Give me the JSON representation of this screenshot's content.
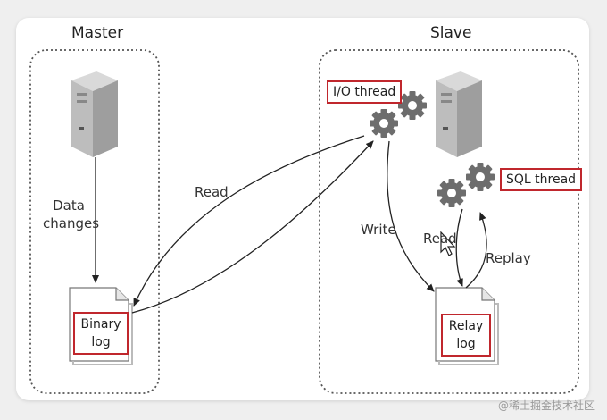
{
  "master": {
    "title": "Master",
    "data_changes": [
      "Data",
      "changes"
    ],
    "binary_log": [
      "Binary",
      "log"
    ]
  },
  "slave": {
    "title": "Slave",
    "io_thread": "I/O thread",
    "sql_thread": "SQL thread",
    "relay_log": [
      "Relay",
      "log"
    ],
    "write": "Write",
    "read": "Read",
    "replay": "Replay"
  },
  "arrows": {
    "read": "Read"
  },
  "watermark": "@稀土掘金技术社区",
  "colors": {
    "highlight_border": "#c0272d",
    "dotted_border": "#555555",
    "gear": "#6d6d6d"
  }
}
